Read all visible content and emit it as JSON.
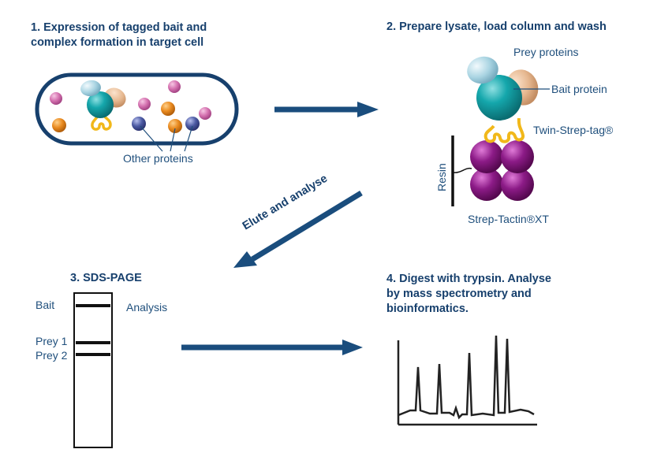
{
  "step1": {
    "title_line1": "1. Expression of tagged bait and",
    "title_line2": "complex formation in target cell",
    "other_proteins_label": "Other proteins"
  },
  "step2": {
    "title": "2. Prepare lysate, load column and wash",
    "prey_proteins_label": "Prey proteins",
    "bait_protein_label": "Bait protein",
    "twin_strep_tag_label": "Twin-Strep-tag®",
    "resin_label": "Resin",
    "strep_tactin_label": "Strep-Tactin®XT"
  },
  "elute_label": "Elute and analyse",
  "step3": {
    "title": "3. SDS-PAGE",
    "bait_label": "Bait",
    "analysis_label": "Analysis",
    "prey1_label": "Prey 1",
    "prey2_label": "Prey 2"
  },
  "step4": {
    "title_line1": "4. Digest with trypsin. Analyse",
    "title_line2": "by mass spectrometry and",
    "title_line3": "bioinformatics."
  },
  "colors": {
    "title_blue": "#17406d",
    "label_blue": "#1f4f7c",
    "arrow_blue": "#1a4d7d",
    "teal": "#13a3a8",
    "light_blue": "#a9d4e2",
    "peach": "#e6b890",
    "pink": "#d572b0",
    "orange": "#e98a1f",
    "navy": "#4c5aa3",
    "purple": "#8c1b87",
    "yellow": "#f1b81a"
  }
}
